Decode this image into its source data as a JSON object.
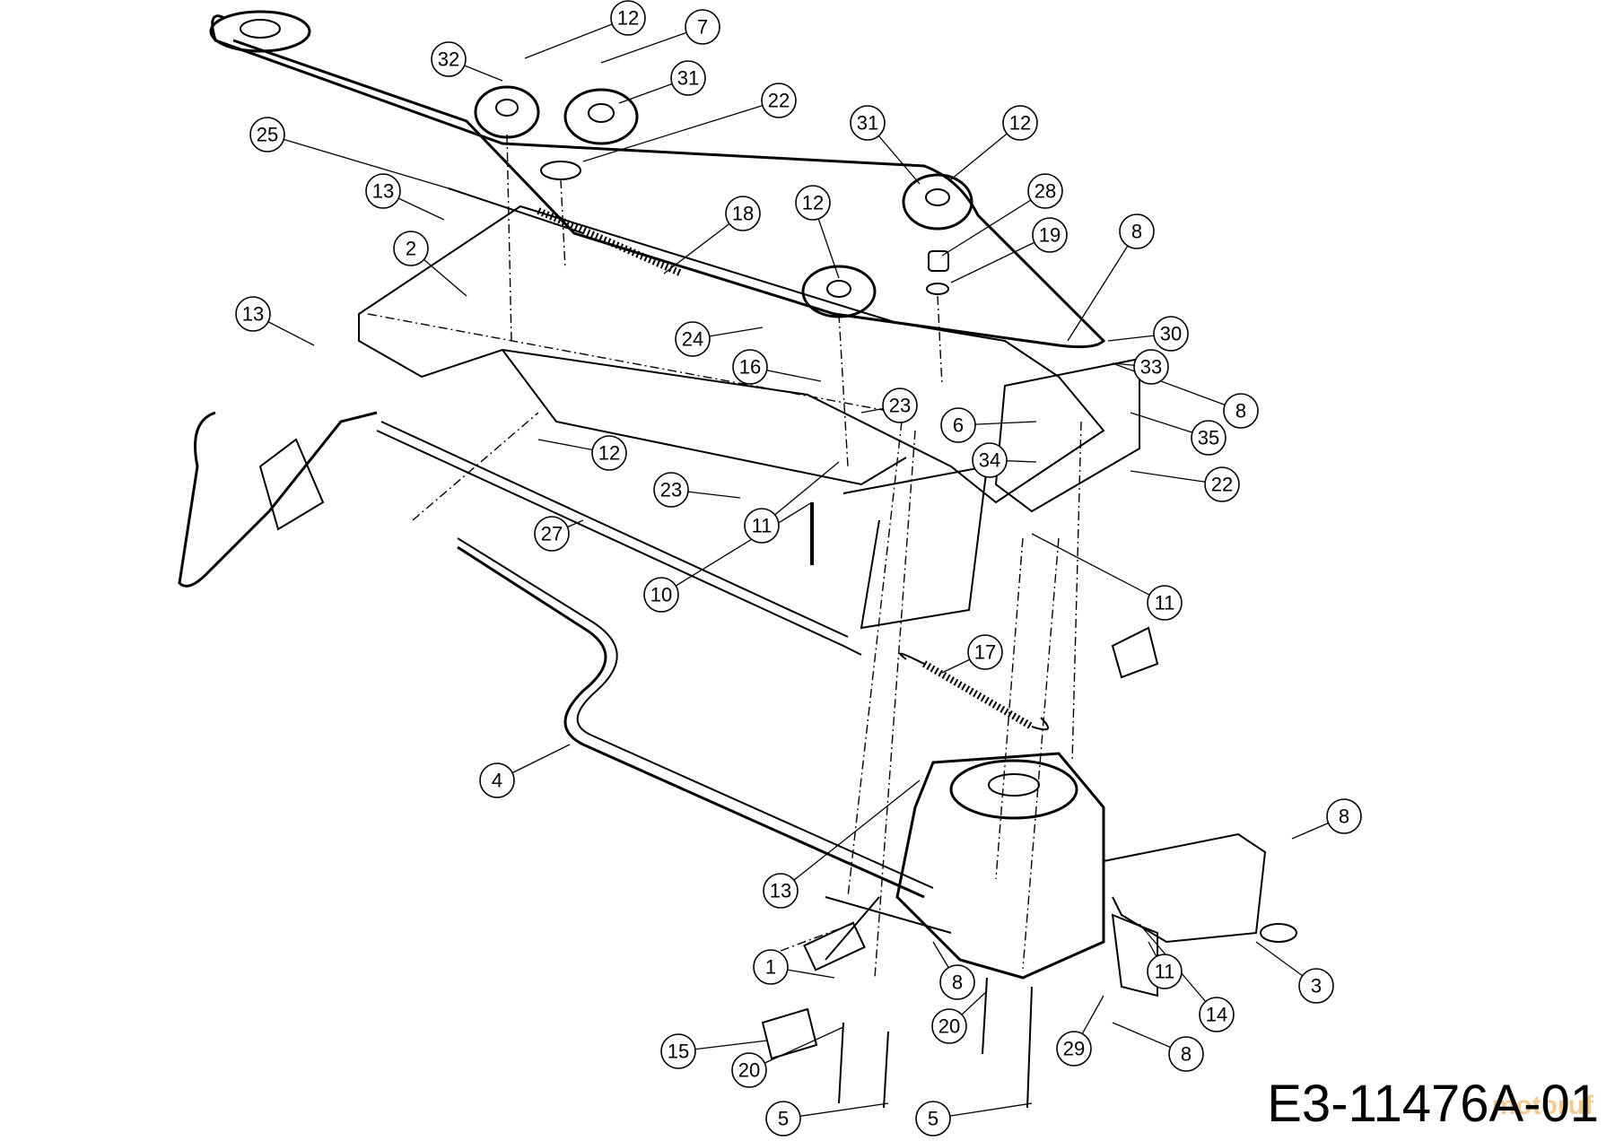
{
  "drawing_code": "E3-11476A-01",
  "watermark_text": "motoruf",
  "callout_labels": [
    "12",
    "7",
    "32",
    "31",
    "22",
    "25",
    "31",
    "12",
    "13",
    "18",
    "12",
    "28",
    "19",
    "8",
    "2",
    "13",
    "24",
    "16",
    "30",
    "33",
    "23",
    "8",
    "6",
    "35",
    "12",
    "34",
    "22",
    "23",
    "11",
    "27",
    "10",
    "11",
    "17",
    "4",
    "8",
    "13",
    "11",
    "1",
    "8",
    "3",
    "14",
    "20",
    "29",
    "15",
    "20",
    "8",
    "5",
    "5"
  ],
  "colors": {
    "line": "#000000",
    "background": "#ffffff",
    "watermark": "#f0a030"
  }
}
